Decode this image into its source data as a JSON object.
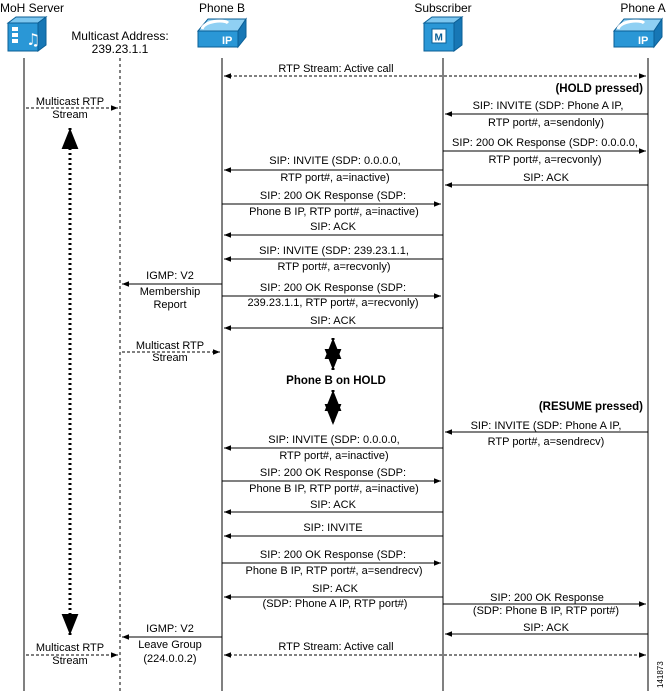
{
  "participants": {
    "moh": "MoH Server",
    "phone_b": "Phone B",
    "subscriber": "Subscriber",
    "phone_a": "Phone A",
    "multicast_address_line1": "Multicast Address:",
    "multicast_address_line2": "239.23.1.1"
  },
  "icons": {
    "moh": "music-server-icon",
    "phone_b": "ip-phone-icon",
    "subscriber": "call-manager-icon",
    "phone_a": "ip-phone-icon"
  },
  "labels": {
    "rtp_active_top": "RTP Stream: Active call",
    "hold_pressed": "(HOLD pressed)",
    "mcast_rtp_1a": "Multicast RTP",
    "mcast_rtp_1b": "Stream",
    "invite_a_1": "SIP: INVITE (SDP: Phone A IP,",
    "invite_a_2": "RTP port#, a=sendonly)",
    "ok_a_1": "SIP: 200 OK Response (SDP: 0.0.0.0,",
    "ok_a_2": "RTP port#, a=recvonly)",
    "invite_b_1": "SIP: INVITE (SDP: 0.0.0.0,",
    "invite_b_2": "RTP port#, a=inactive)",
    "ack_a_1": "SIP: ACK",
    "ok_b_1": "SIP: 200 OK Response (SDP:",
    "ok_b_2": "Phone B IP, RTP port#, a=inactive)",
    "ack_b_1": "SIP: ACK",
    "invite_b_mc_1": "SIP: INVITE (SDP: 239.23.1.1,",
    "invite_b_mc_2": "RTP port#, a=recvonly)",
    "igmp_1": "IGMP: V2",
    "igmp_2": "Membership",
    "igmp_3": "Report",
    "ok_b_mc_1": "SIP: 200 OK Response (SDP:",
    "ok_b_mc_2": "239.23.1.1, RTP port#, a=recvonly)",
    "ack_b_2": "SIP: ACK",
    "mcast_rtp_2a": "Multicast RTP",
    "mcast_rtp_2b": "Stream",
    "on_hold": "Phone B on HOLD",
    "resume_pressed": "(RESUME pressed)",
    "invite_a_r_1": "SIP: INVITE (SDP: Phone A IP,",
    "invite_a_r_2": "RTP port#, a=sendrecv)",
    "invite_b_r_1": "SIP: INVITE (SDP: 0.0.0.0,",
    "invite_b_r_2": "RTP port#, a=inactive)",
    "ok_b_r_1": "SIP: 200 OK Response (SDP:",
    "ok_b_r_2": "Phone B IP, RTP port#, a=inactive)",
    "ack_b_r": "SIP: ACK",
    "invite_plain": "SIP: INVITE",
    "ok_b_sr_1": "SIP: 200 OK Response (SDP:",
    "ok_b_sr_2": "Phone B IP, RTP port#, a=sendrecv)",
    "ack_sdp_1": "SIP: ACK",
    "ack_sdp_2": "(SDP: Phone A IP, RTP port#)",
    "ok_a_r_1": "SIP: 200 OK Response",
    "ok_a_r_2": "(SDP: Phone B IP, RTP port#)",
    "ack_a_r": "SIP: ACK",
    "igmp_leave_1": "IGMP: V2",
    "igmp_leave_2": "Leave Group",
    "igmp_leave_3": "(224.0.0.2)",
    "mcast_rtp_3a": "Multicast RTP",
    "mcast_rtp_3b": "Stream",
    "rtp_active_bottom": "RTP Stream: Active call",
    "figure_id": "141873"
  }
}
